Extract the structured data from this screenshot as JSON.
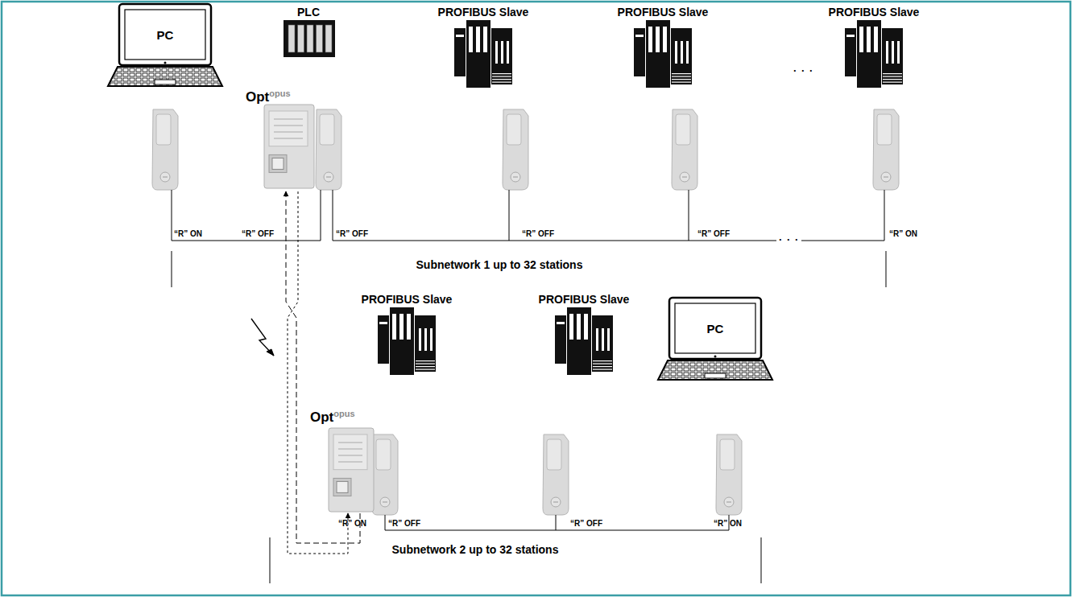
{
  "diagram": {
    "nodes": [
      {
        "text": [
          "PC"
        ]
      },
      {
        "text": [
          "PLC"
        ]
      },
      {
        "text": [
          "PROFIBUS Slave"
        ]
      },
      {
        "text": [
          "PROFIBUS Slave"
        ]
      },
      {
        "text": [
          "PROFIBUS Slave"
        ]
      },
      {
        "text": [
          "Opt",
          "opus"
        ]
      },
      {
        "text": [
          "PROFIBUS Slave"
        ]
      },
      {
        "text": [
          "PROFIBUS Slave"
        ]
      },
      {
        "text": [
          "PC"
        ]
      },
      {
        "text": [
          "Opt",
          "opus"
        ]
      }
    ],
    "edges": [
      {
        "from": 9,
        "to": 5,
        "arrow": "to"
      },
      {
        "from": 5,
        "to": 9,
        "arrow": "to"
      }
    ],
    "labels": [
      "· · ·",
      "“R” ON",
      "“R” OFF",
      "“R” OFF",
      "“R” OFF",
      "“R” OFF",
      "· · ·",
      "“R” ON",
      "Subnetwork 1 up to 32 stations",
      "“R” ON",
      "“R” OFF",
      "“R” OFF",
      "“R” ON",
      "Subnetwork 2 up to 32 stations"
    ]
  }
}
